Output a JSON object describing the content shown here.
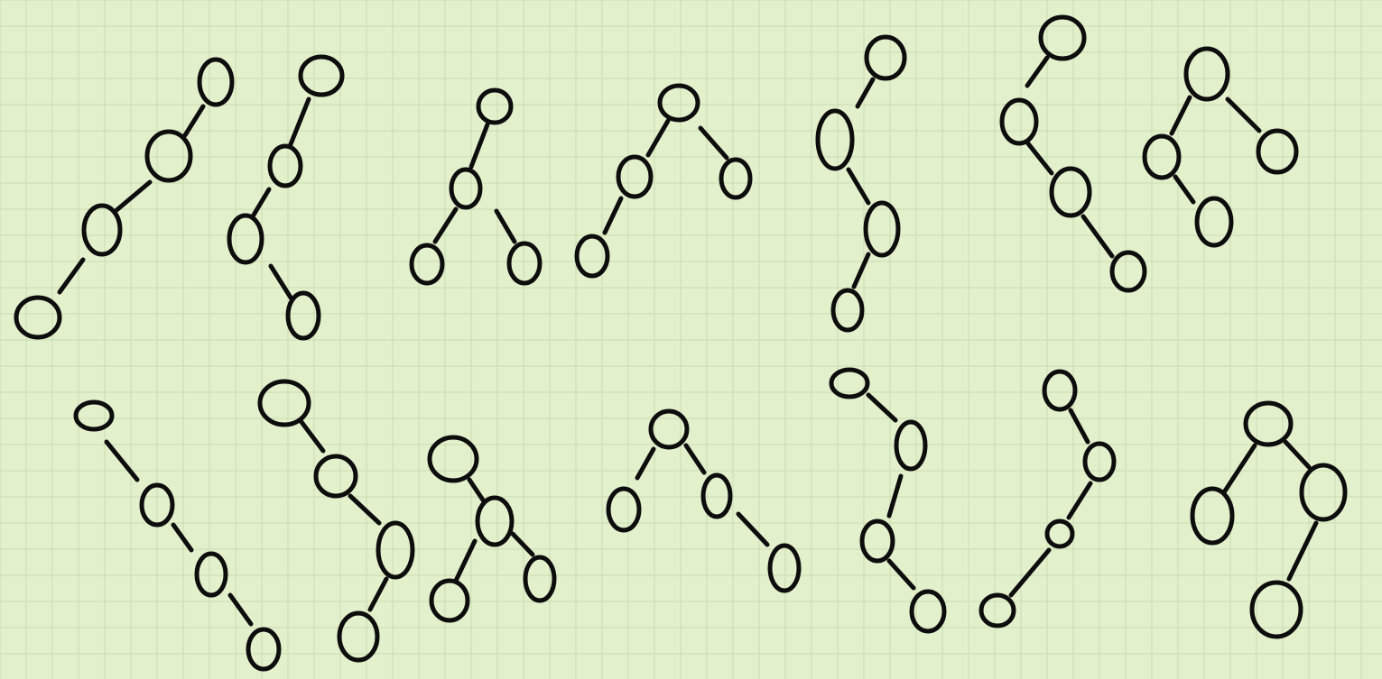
{
  "background": {
    "paper_color": "#e3f0cc",
    "grid_color": "#c9dcb2",
    "ink_color": "#0d0d0d",
    "style": "hand-drawn sketch on grid paper"
  },
  "content": {
    "description_kind": "14 hand-drawn binary tree shapes, each with 4 nodes, arranged in two rows of seven",
    "tree_count": 14,
    "nodes_per_tree": 4,
    "rows": 2,
    "text_labels": []
  }
}
